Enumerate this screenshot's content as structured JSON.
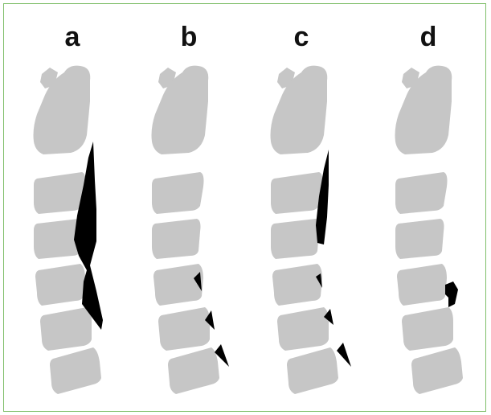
{
  "figure": {
    "panels": [
      {
        "label": "a"
      },
      {
        "label": "b"
      },
      {
        "label": "c"
      },
      {
        "label": "d"
      }
    ],
    "colors": {
      "bone": "#c6c6c6",
      "lesion": "#000000",
      "border": "#7fbf6a",
      "label": "#111111"
    }
  }
}
